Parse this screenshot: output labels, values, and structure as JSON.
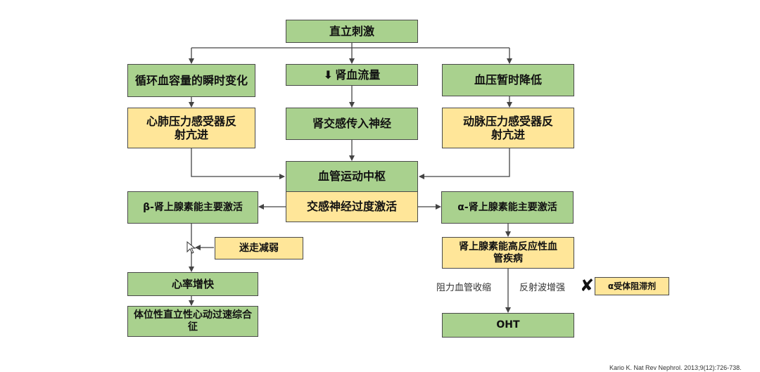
{
  "boxes": {
    "stimulus": "直立刺激",
    "blood_volume_change": "循环血容量的瞬时变化",
    "renal_blood_flow": "肾血流量",
    "bp_drop": "血压暂时降低",
    "cardiopulmonary_baroreflex": "心肺压力感受器反射亢进",
    "renal_afferent": "肾交感传入神经",
    "arterial_baroreflex": "动脉压力感受器反射亢进",
    "vasomotor_center": "血管运动中枢",
    "sympathetic_overactivation": "交感神经过度激活",
    "beta_activation": "β-肾上腺素能主要激活",
    "alpha_activation": "α-肾上腺素能主要激活",
    "vagal_weakening": "迷走减弱",
    "alpha_vascular_disease": "肾上腺素能高反应性血管疾病",
    "heart_rate_increase": "心率增快",
    "pots": "体位性直立性心动过速综合征",
    "alpha_blocker": "α受体阻滞剂",
    "oht": "OHT"
  },
  "labels": {
    "resistance_vasoconstriction": "阻力血管收缩",
    "reflected_wave": "反射波增强"
  },
  "icons": {
    "down_arrow": "⬇",
    "block_mark": "✘"
  },
  "citation": "Kario K. Nat Rev Nephrol. 2013;9(12):726-738.",
  "colors": {
    "green": "#a9d18e",
    "yellow": "#ffe699",
    "line": "#444444"
  }
}
